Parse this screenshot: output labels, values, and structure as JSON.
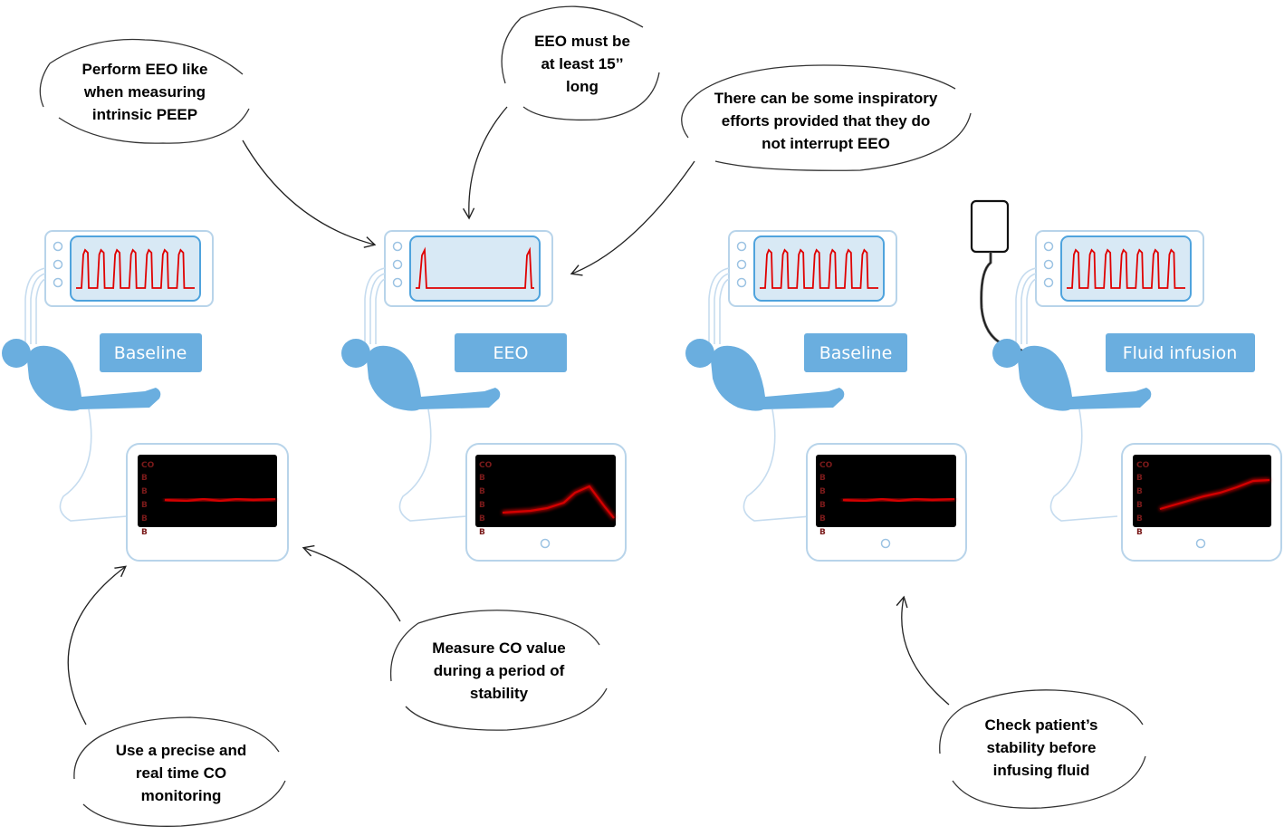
{
  "colors": {
    "accent_blue": "#6aaedf",
    "panel_outline": "#b8d4ea",
    "screen_fill": "#d8e9f5",
    "screen_border": "#4fa3dd",
    "waveform_red": "#e00000",
    "co_screen_bg": "#000000",
    "co_trace_red": "#d40000"
  },
  "callouts": {
    "top_left": [
      "Perform EEO like",
      "when measuring",
      "intrinsic PEEP"
    ],
    "top_middle": [
      "EEO must be",
      "at least 15’’",
      "long"
    ],
    "top_right": [
      "There can be some inspiratory",
      "efforts provided that they do",
      "not interrupt EEO"
    ],
    "bottom_left": [
      "Use a precise and",
      "real time CO",
      "monitoring"
    ],
    "bottom_middle": [
      "Measure CO value",
      "during a period of",
      "stability"
    ],
    "bottom_right": [
      "Check patient’s",
      "stability before",
      "infusing fluid"
    ]
  },
  "steps": [
    {
      "label": "Baseline",
      "ventilator_waveform": "regular",
      "co_trend": "flat"
    },
    {
      "label": "EEO",
      "ventilator_waveform": "occluded",
      "co_trend": "rise_then_drop"
    },
    {
      "label": "Baseline",
      "ventilator_waveform": "regular",
      "co_trend": "flat"
    },
    {
      "label": "Fluid infusion",
      "ventilator_waveform": "regular",
      "co_trend": "rising"
    }
  ],
  "co_monitor": {
    "header": "CO",
    "rows": [
      "B",
      "B",
      "B",
      "B",
      "B"
    ]
  },
  "icons": {
    "patient": "reclining-patient-icon",
    "ventilator": "ventilator-monitor-icon",
    "co_monitor": "cardiac-output-monitor-icon",
    "fluid_bag": "fluid-bag-icon"
  }
}
